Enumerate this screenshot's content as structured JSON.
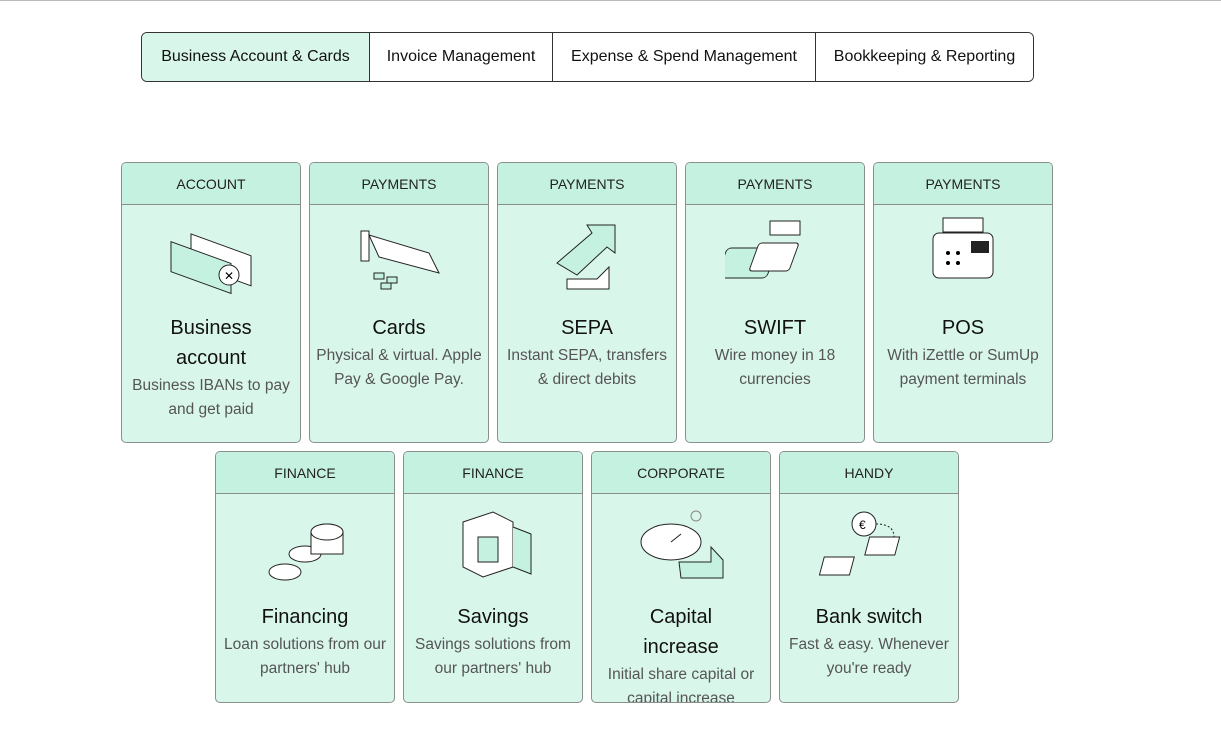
{
  "tabs": [
    {
      "label": "Business Account & Cards",
      "active": true
    },
    {
      "label": "Invoice Management"
    },
    {
      "label": "Expense & Spend Management"
    },
    {
      "label": "Bookkeeping & Reporting"
    }
  ],
  "cards": [
    {
      "category": "ACCOUNT",
      "title": "Business account",
      "description": "Business IBANs to pay and get paid",
      "icon": "iban-cards-icon"
    },
    {
      "category": "PAYMENTS",
      "title": "Cards",
      "description": "Physical & virtual. Apple Pay & Google Pay.",
      "icon": "card-terminal-icon"
    },
    {
      "category": "PAYMENTS",
      "title": "SEPA",
      "description": "Instant SEPA, transfers & direct debits",
      "icon": "transfer-arrows-icon"
    },
    {
      "category": "PAYMENTS",
      "title": "SWIFT",
      "description": "Wire money in 18 currencies",
      "icon": "phones-wire-icon"
    },
    {
      "category": "PAYMENTS",
      "title": "POS",
      "description": "With iZettle or SumUp payment terminals",
      "icon": "pos-terminal-icon"
    },
    {
      "category": "FINANCE",
      "title": "Financing",
      "description": "Loan solutions from our partners' hub",
      "icon": "coins-stack-icon"
    },
    {
      "category": "FINANCE",
      "title": "Savings",
      "description": "Savings solutions from our partners' hub",
      "icon": "safe-icon"
    },
    {
      "category": "CORPORATE",
      "title": "Capital increase",
      "description": "Initial share capital or capital increase",
      "icon": "stopwatch-icon"
    },
    {
      "category": "HANDY",
      "title": "Bank switch",
      "description": "Fast & easy. Whenever you're ready",
      "icon": "bank-switch-icon"
    }
  ]
}
